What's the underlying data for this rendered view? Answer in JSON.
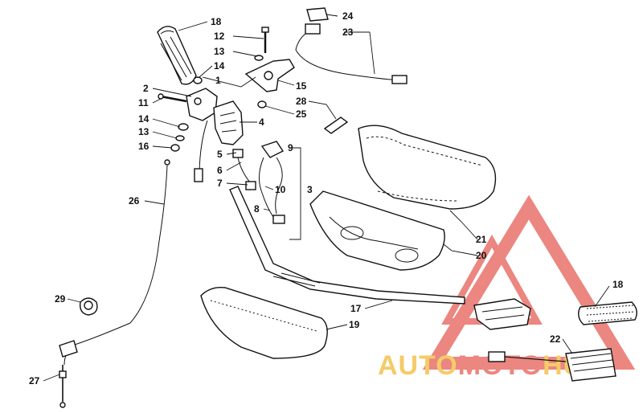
{
  "callouts": [
    "18",
    "12",
    "13",
    "14",
    "24",
    "23",
    "2",
    "1",
    "15",
    "11",
    "28",
    "25",
    "14",
    "13",
    "16",
    "4",
    "5",
    "9",
    "6",
    "7",
    "10",
    "3",
    "8",
    "26",
    "21",
    "20",
    "29",
    "17",
    "19",
    "18",
    "22",
    "27"
  ],
  "watermark": {
    "prefix": "AUTO",
    "middle": "MOTO",
    "suffix": "HUB",
    "color_red": "#e8726a",
    "color_yellow": "#f3c24f"
  }
}
